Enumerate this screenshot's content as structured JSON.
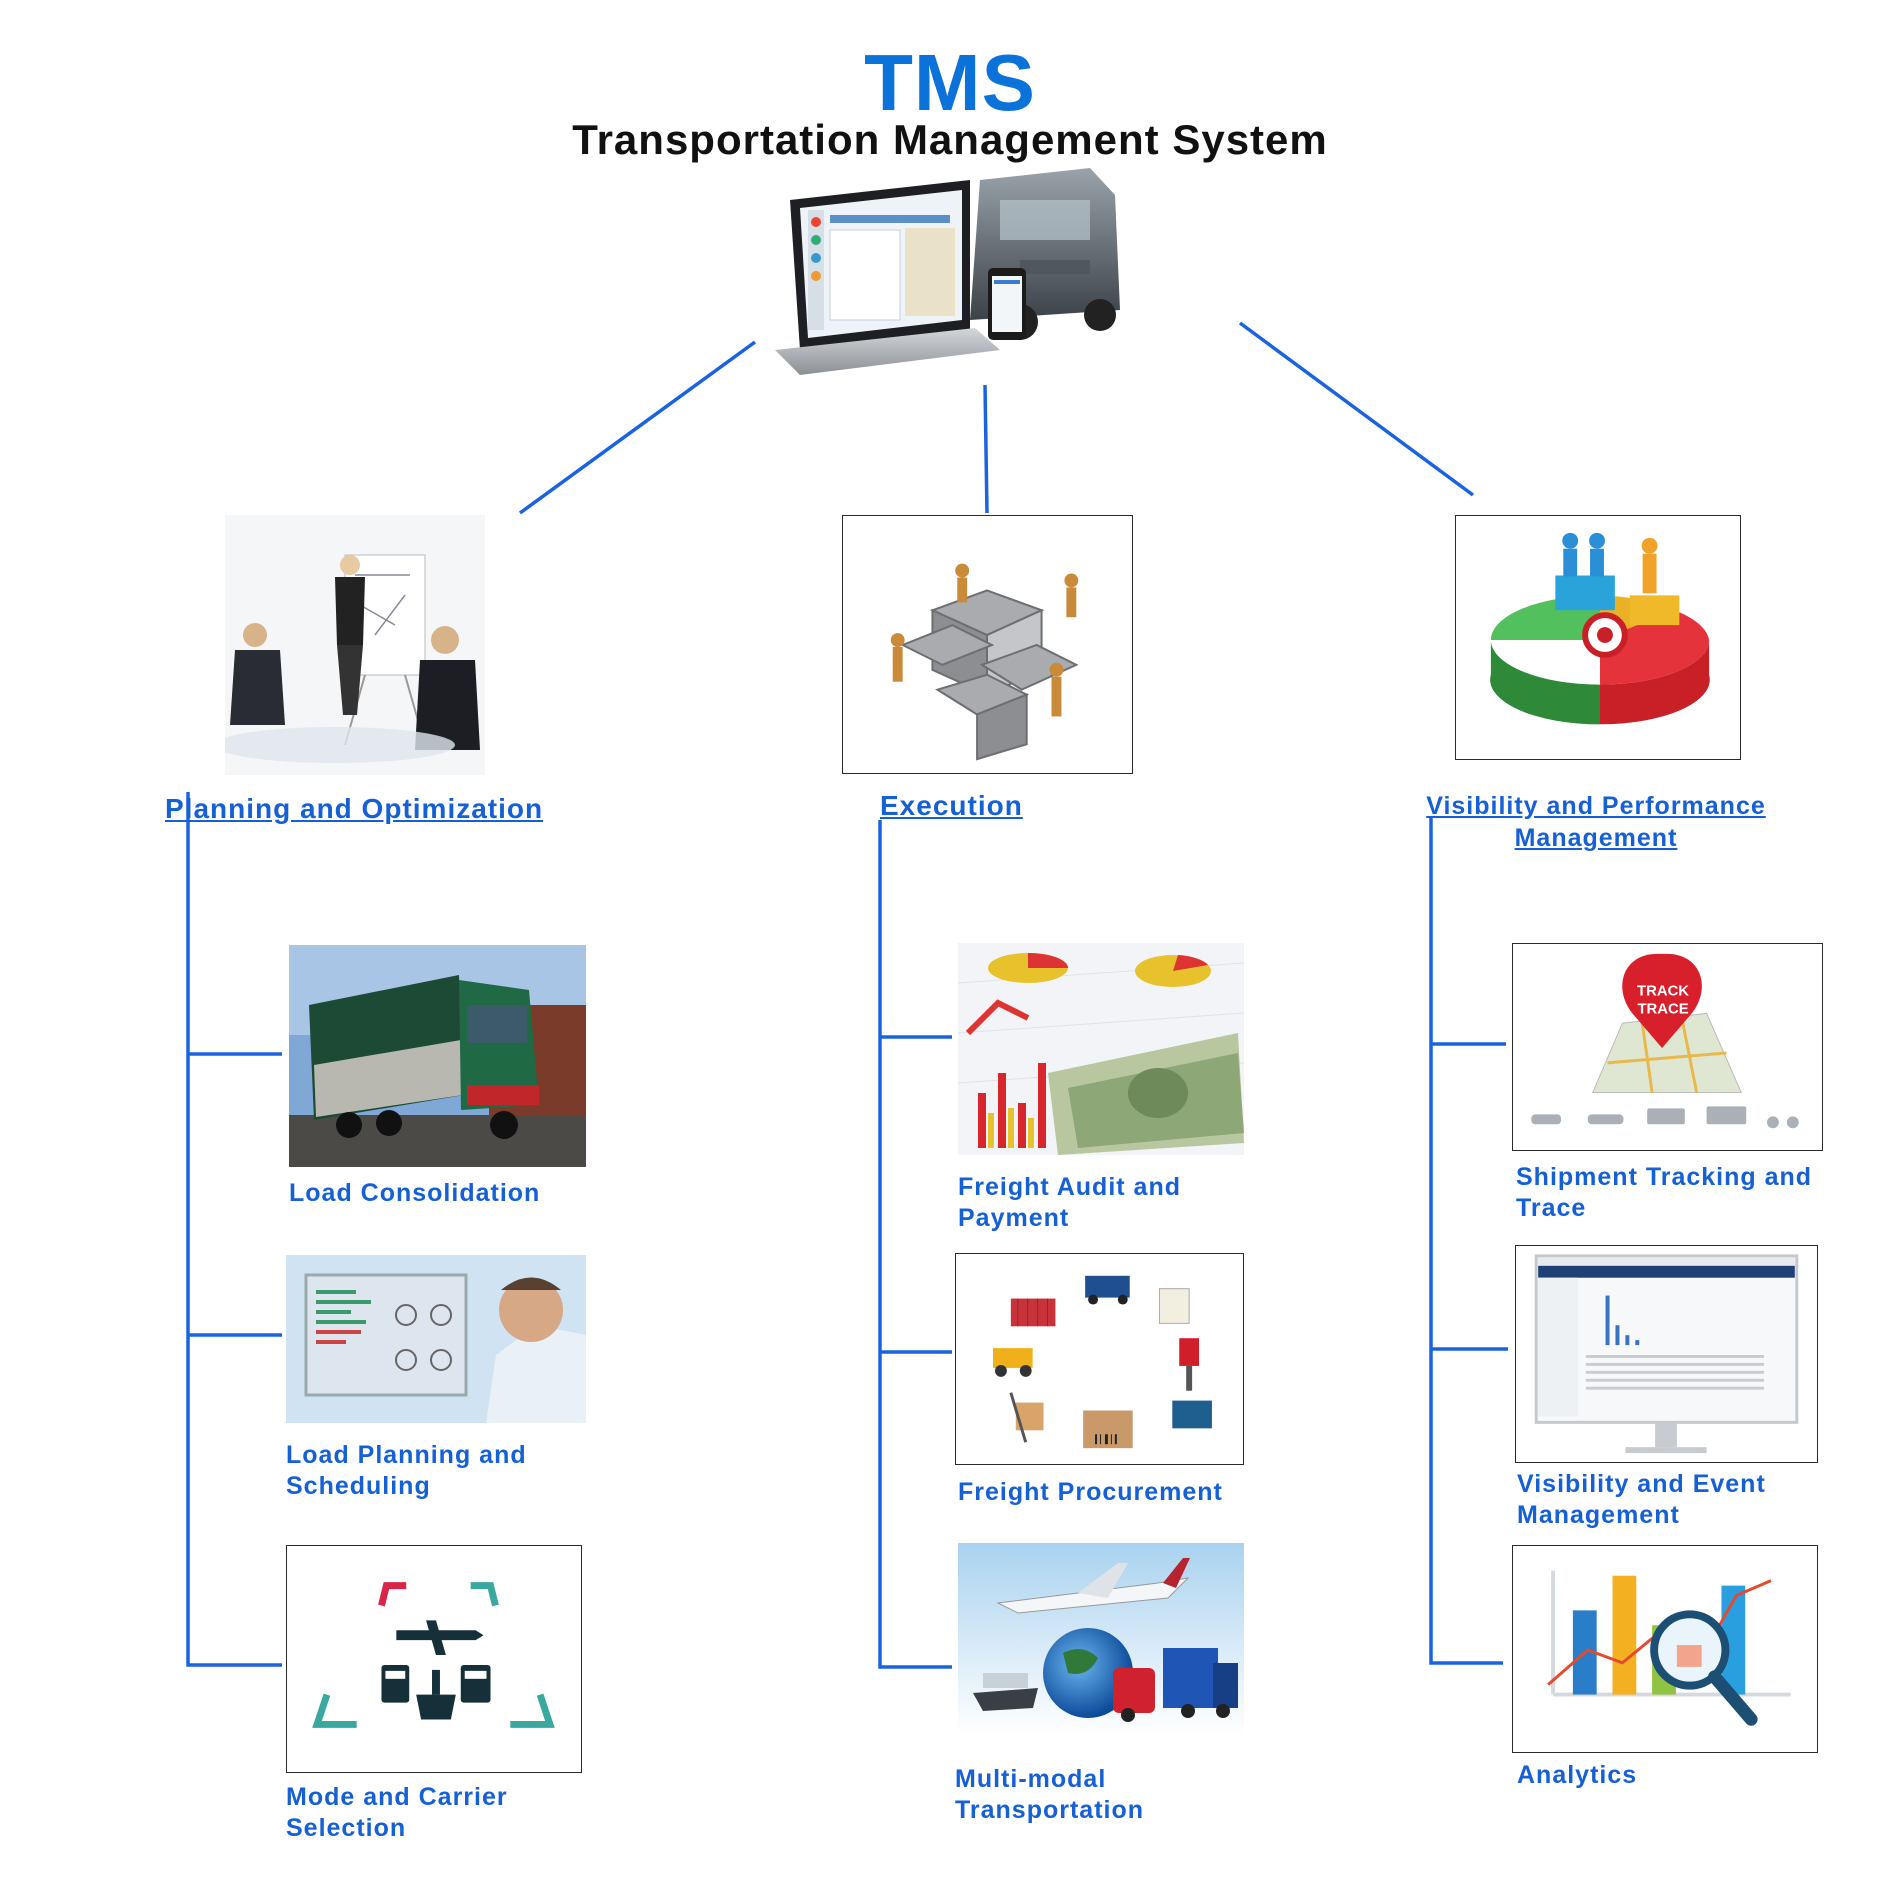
{
  "header": {
    "title": "TMS",
    "subtitle": "Transportation Management System"
  },
  "branches": [
    {
      "title": "Planning and Optimization",
      "items": [
        "Load Consolidation",
        "Load Planning and Scheduling",
        "Mode and Carrier Selection"
      ]
    },
    {
      "title": "Execution",
      "items": [
        "Freight Audit and Payment",
        "Freight Procurement",
        "Multi-modal Transportation"
      ]
    },
    {
      "title": "Visibility and Performance Management",
      "items": [
        "Shipment Tracking and Trace",
        "Visibility and Event Management",
        "Analytics"
      ]
    }
  ],
  "track_badge": {
    "line1": "TRACK",
    "line2": "TRACE"
  },
  "colors": {
    "title": "#0a72d9",
    "connector": "#1560d4",
    "label": "#1560d4"
  }
}
